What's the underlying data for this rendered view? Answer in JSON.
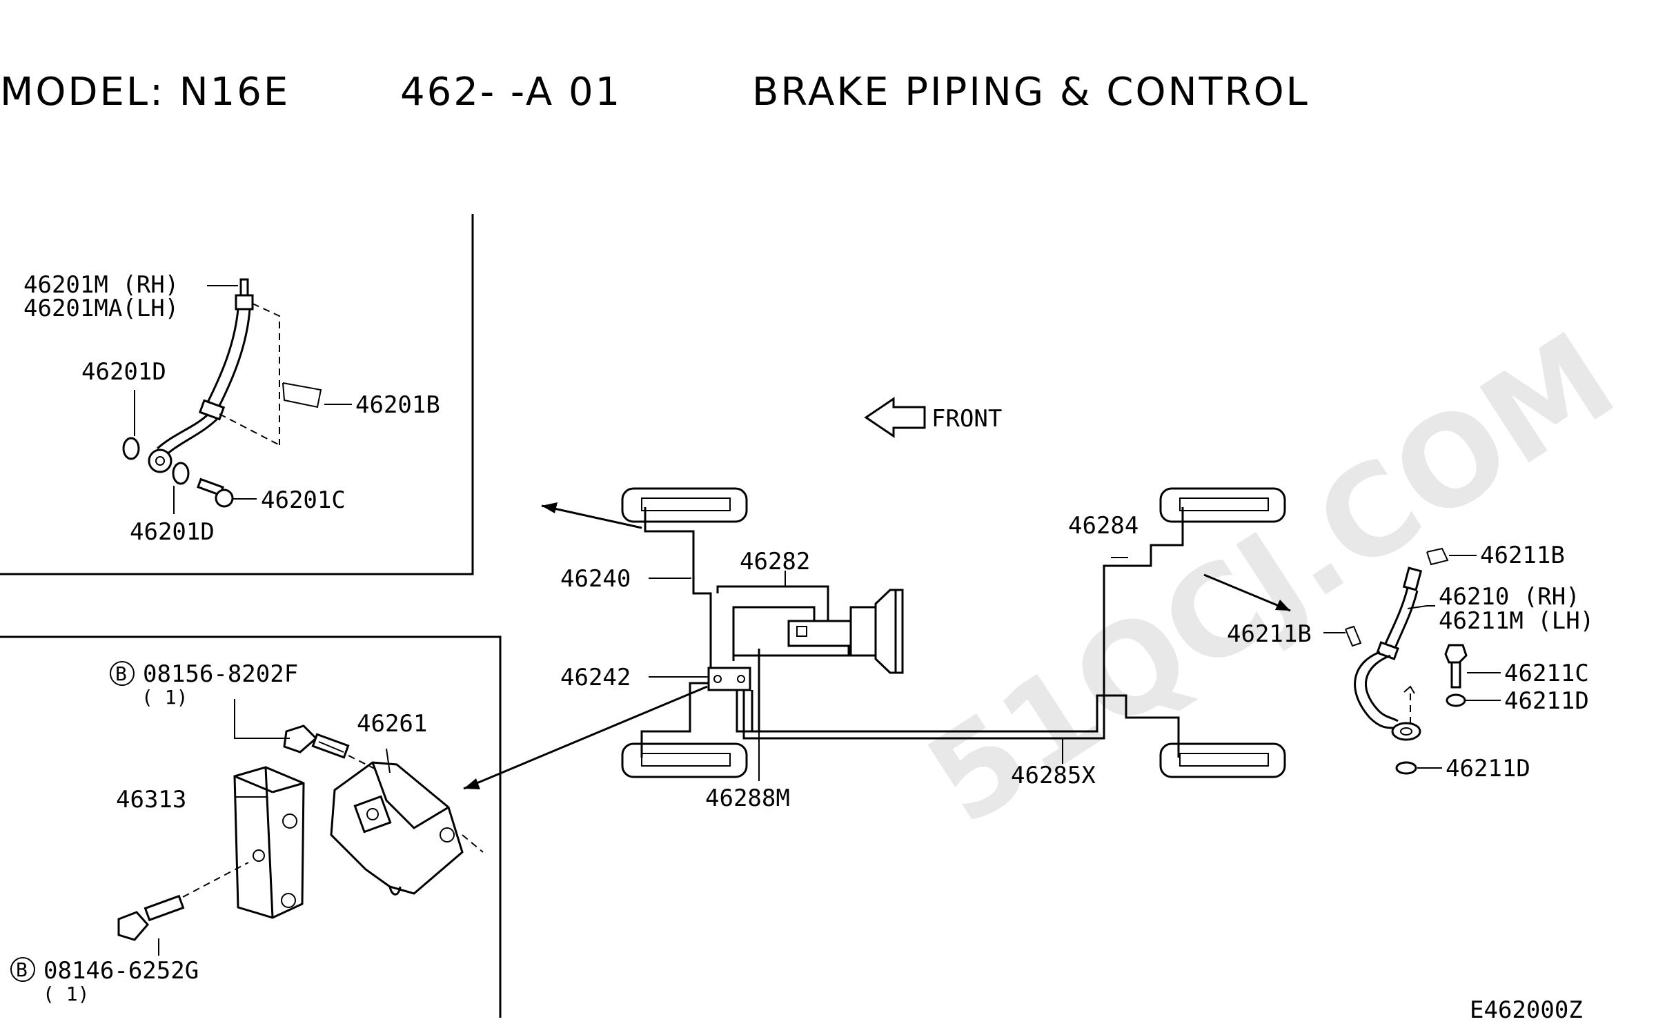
{
  "header": {
    "model": "MODEL: N16E",
    "code": "462-   -A 01",
    "title": "BRAKE PIPING & CONTROL"
  },
  "front_label": "FRONT",
  "watermark": "51QCJ.COM",
  "drawing_id": "E462000Z",
  "callouts": {
    "p46201M": "46201M  (RH)",
    "p46201MA": "46201MA(LH)",
    "p46201D_a": "46201D",
    "p46201B": "46201B",
    "p46201C": "46201C",
    "p46201D_b": "46201D",
    "p08156": "08156-8202F",
    "p08156_qty": "( 1)",
    "p46261": "46261",
    "p46313": "46313",
    "p08146": "08146-6252G",
    "p08146_qty": "( 1)",
    "p46240": "46240",
    "p46282": "46282",
    "p46242": "46242",
    "p46288M": "46288M",
    "p46284": "46284",
    "p46285X": "46285X",
    "p46211B_a": "46211B",
    "p46210": "46210   (RH)",
    "p46211M": "46211M  (LH)",
    "p46211B_b": "46211B",
    "p46211C": "46211C",
    "p46211D_a": "46211D",
    "p46211D_b": "46211D"
  },
  "bolt_marker": "B",
  "icons": [
    "front-arrow-icon",
    "bolt-marker-icon"
  ]
}
